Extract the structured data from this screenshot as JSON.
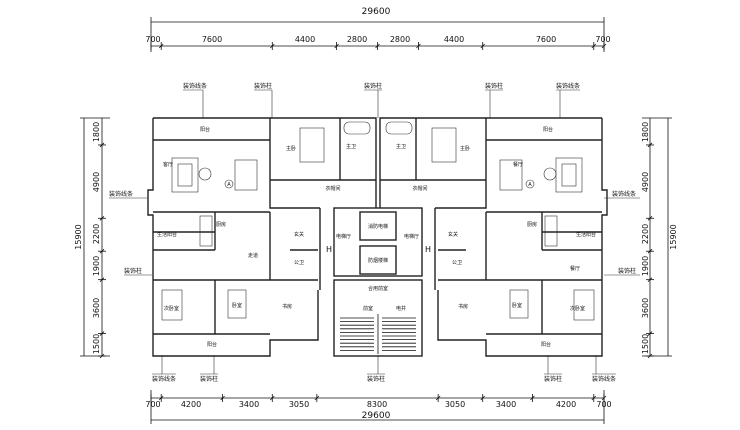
{
  "dims": {
    "top_total": "29600",
    "top": [
      "700",
      "7600",
      "4400",
      "2800",
      "2800",
      "4400",
      "7600",
      "700"
    ],
    "bottom": [
      "700",
      "4200",
      "3400",
      "3050",
      "8300",
      "3050",
      "3400",
      "4200",
      "700"
    ],
    "bottom_total": "29600",
    "left_total": "15900",
    "left": [
      "1800",
      "4900",
      "2200",
      "1900",
      "3600",
      "1500"
    ],
    "right_total": "15900",
    "right": [
      "1800",
      "4900",
      "2200",
      "1900",
      "3600",
      "1500"
    ]
  },
  "callouts": {
    "top": [
      "装饰线条",
      "装饰柱",
      "装饰柱",
      "装饰柱",
      "装饰线条"
    ],
    "bottom": [
      "装饰线条",
      "装饰柱",
      "装饰柱",
      "装饰柱",
      "装饰线条"
    ],
    "left": [
      "装饰线条",
      "装饰柱"
    ],
    "right": [
      "装饰线条",
      "装饰柱"
    ]
  },
  "rooms": {
    "balcony_n_left": "阳台",
    "balcony_n_right": "阳台",
    "living_left": "客厅",
    "living_right": "餐厅",
    "master_left": "主卧",
    "master_right": "主卧",
    "bath_left": "主卫",
    "bath_right": "主卫",
    "wardrobe_left": "衣帽间",
    "wardrobe_right": "衣帽间",
    "service_balcony_left": "生活阳台",
    "service_balcony_right": "生活阳台",
    "kitchen_left": "厨房",
    "kitchen_right": "厨房",
    "foyer_left": "玄关",
    "foyer_right": "玄关",
    "corridor_left": "走道",
    "public_bath_left": "公卫",
    "public_bath_right": "公卫",
    "elevator_hall_left": "电梯厅",
    "elevator_hall_right": "电梯厅",
    "bedroom_sw": "次卧室",
    "bedroom_left": "卧室",
    "study_left": "书房",
    "bedroom_se": "次卧室",
    "bedroom_right": "卧室",
    "study_right": "书房",
    "dining_right": "餐厅",
    "shared_front": "合用前室",
    "fire_stair": "防烟楼梯",
    "balcony_s_left": "阳台",
    "balcony_s_right": "阳台",
    "hall_l": "前室",
    "hall_r": "电井",
    "elevator_text": "消防电梯"
  },
  "markers": {
    "a_left": "A",
    "a_right": "A",
    "h_left": "H",
    "h_right": "H"
  }
}
